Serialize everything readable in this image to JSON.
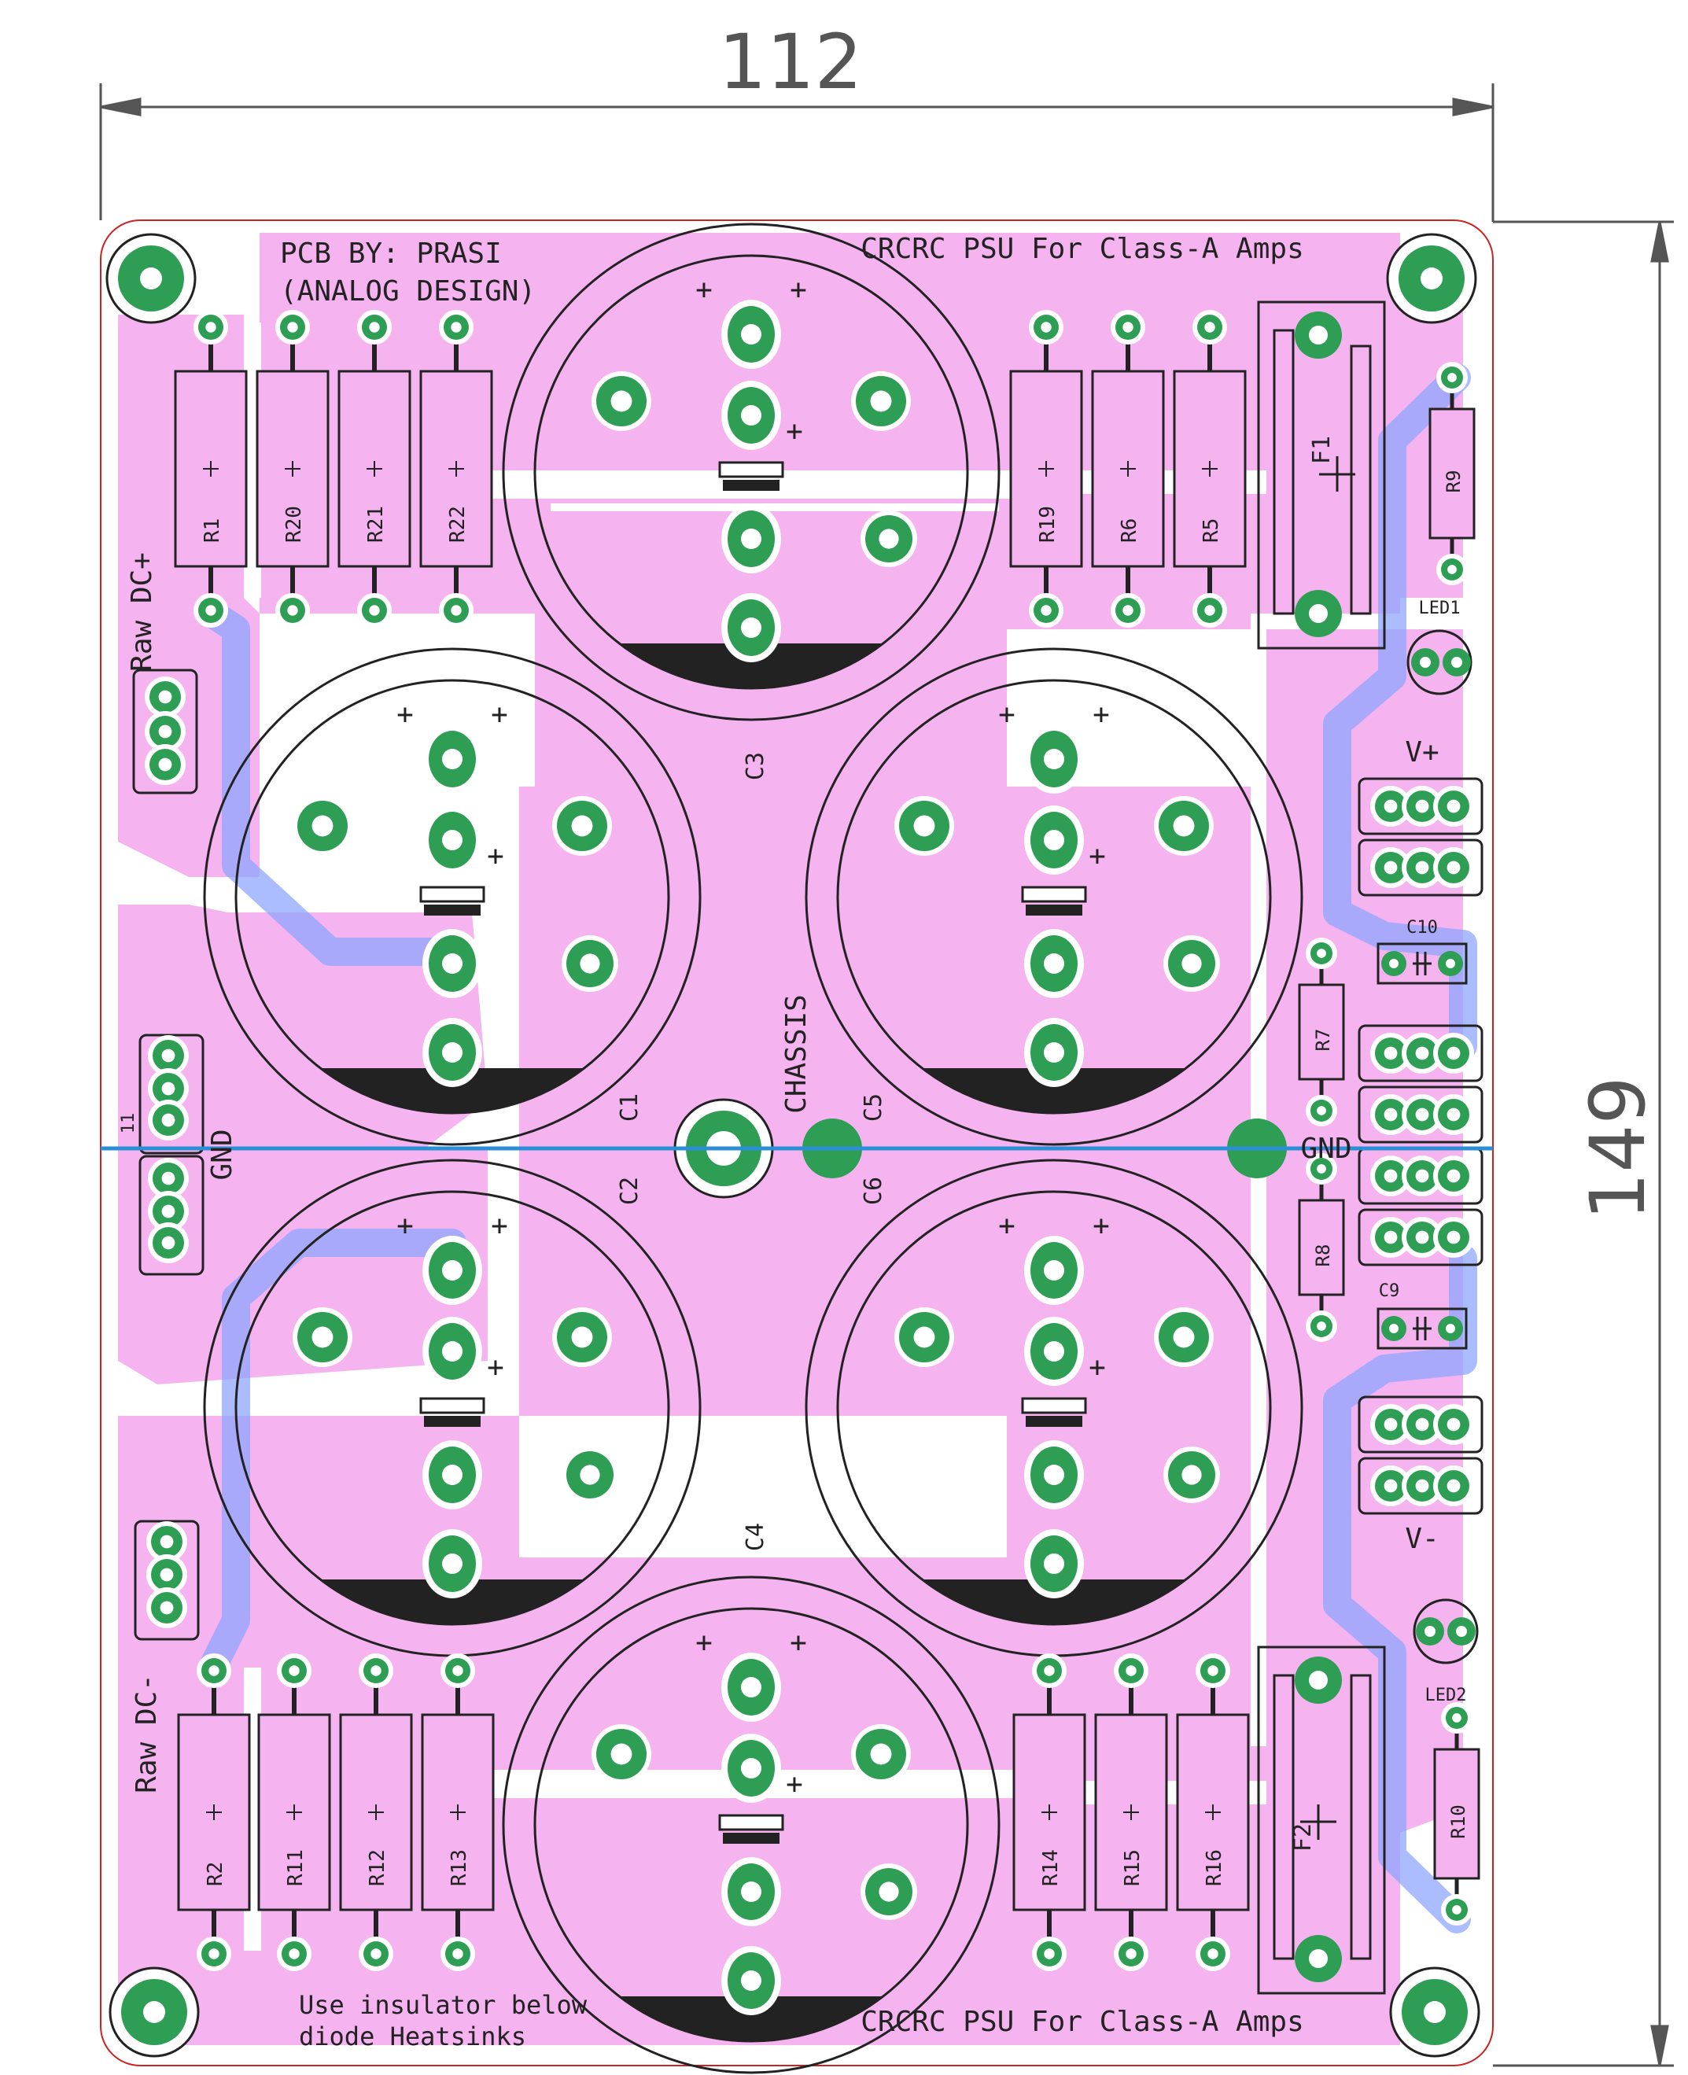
{
  "dimensions": {
    "width_label": "112",
    "height_label": "149"
  },
  "board": {
    "title_top": "CRCRC PSU For Class-A Amps",
    "title_bottom": "CRCRC PSU For Class-A Amps",
    "credit_line1": "PCB BY: PRASI",
    "credit_line2": "(ANALOG DESIGN)",
    "note_line1": "Use insulator below",
    "note_line2": "diode Heatsinks",
    "labels": {
      "raw_dc_plus": "Raw DC+",
      "raw_dc_minus": "Raw DC-",
      "gnd_left": "GND",
      "gnd_right": "GND",
      "chassis": "CHASSIS",
      "v_plus": "V+",
      "v_minus": "V-"
    },
    "refs": {
      "R1": "R1",
      "R20": "R20",
      "R21": "R21",
      "R22": "R22",
      "R19": "R19",
      "R6": "R6",
      "R5": "R5",
      "R2": "R2",
      "R11": "R11",
      "R12": "R12",
      "R13": "R13",
      "R14": "R14",
      "R15": "R15",
      "R16": "R16",
      "R7": "R7",
      "R8": "R8",
      "R9": "R9",
      "R10": "R10",
      "F1": "F1",
      "F2": "F2",
      "C1": "C1",
      "C2": "C2",
      "C3": "C3",
      "C4": "C4",
      "C5": "C5",
      "C6": "C6",
      "C9": "C9",
      "C10": "C10",
      "LED1": "LED1",
      "LED2": "LED2",
      "J11": "11"
    }
  },
  "colors": {
    "copper_fill": "#f5b3f0",
    "pad": "#2e9e54",
    "silkscreen": "#222222",
    "edge_cut": "#cc2222",
    "trace_bottom": "#8fa6ff",
    "dimension": "#555555",
    "guide_line": "#2b8fd6"
  }
}
